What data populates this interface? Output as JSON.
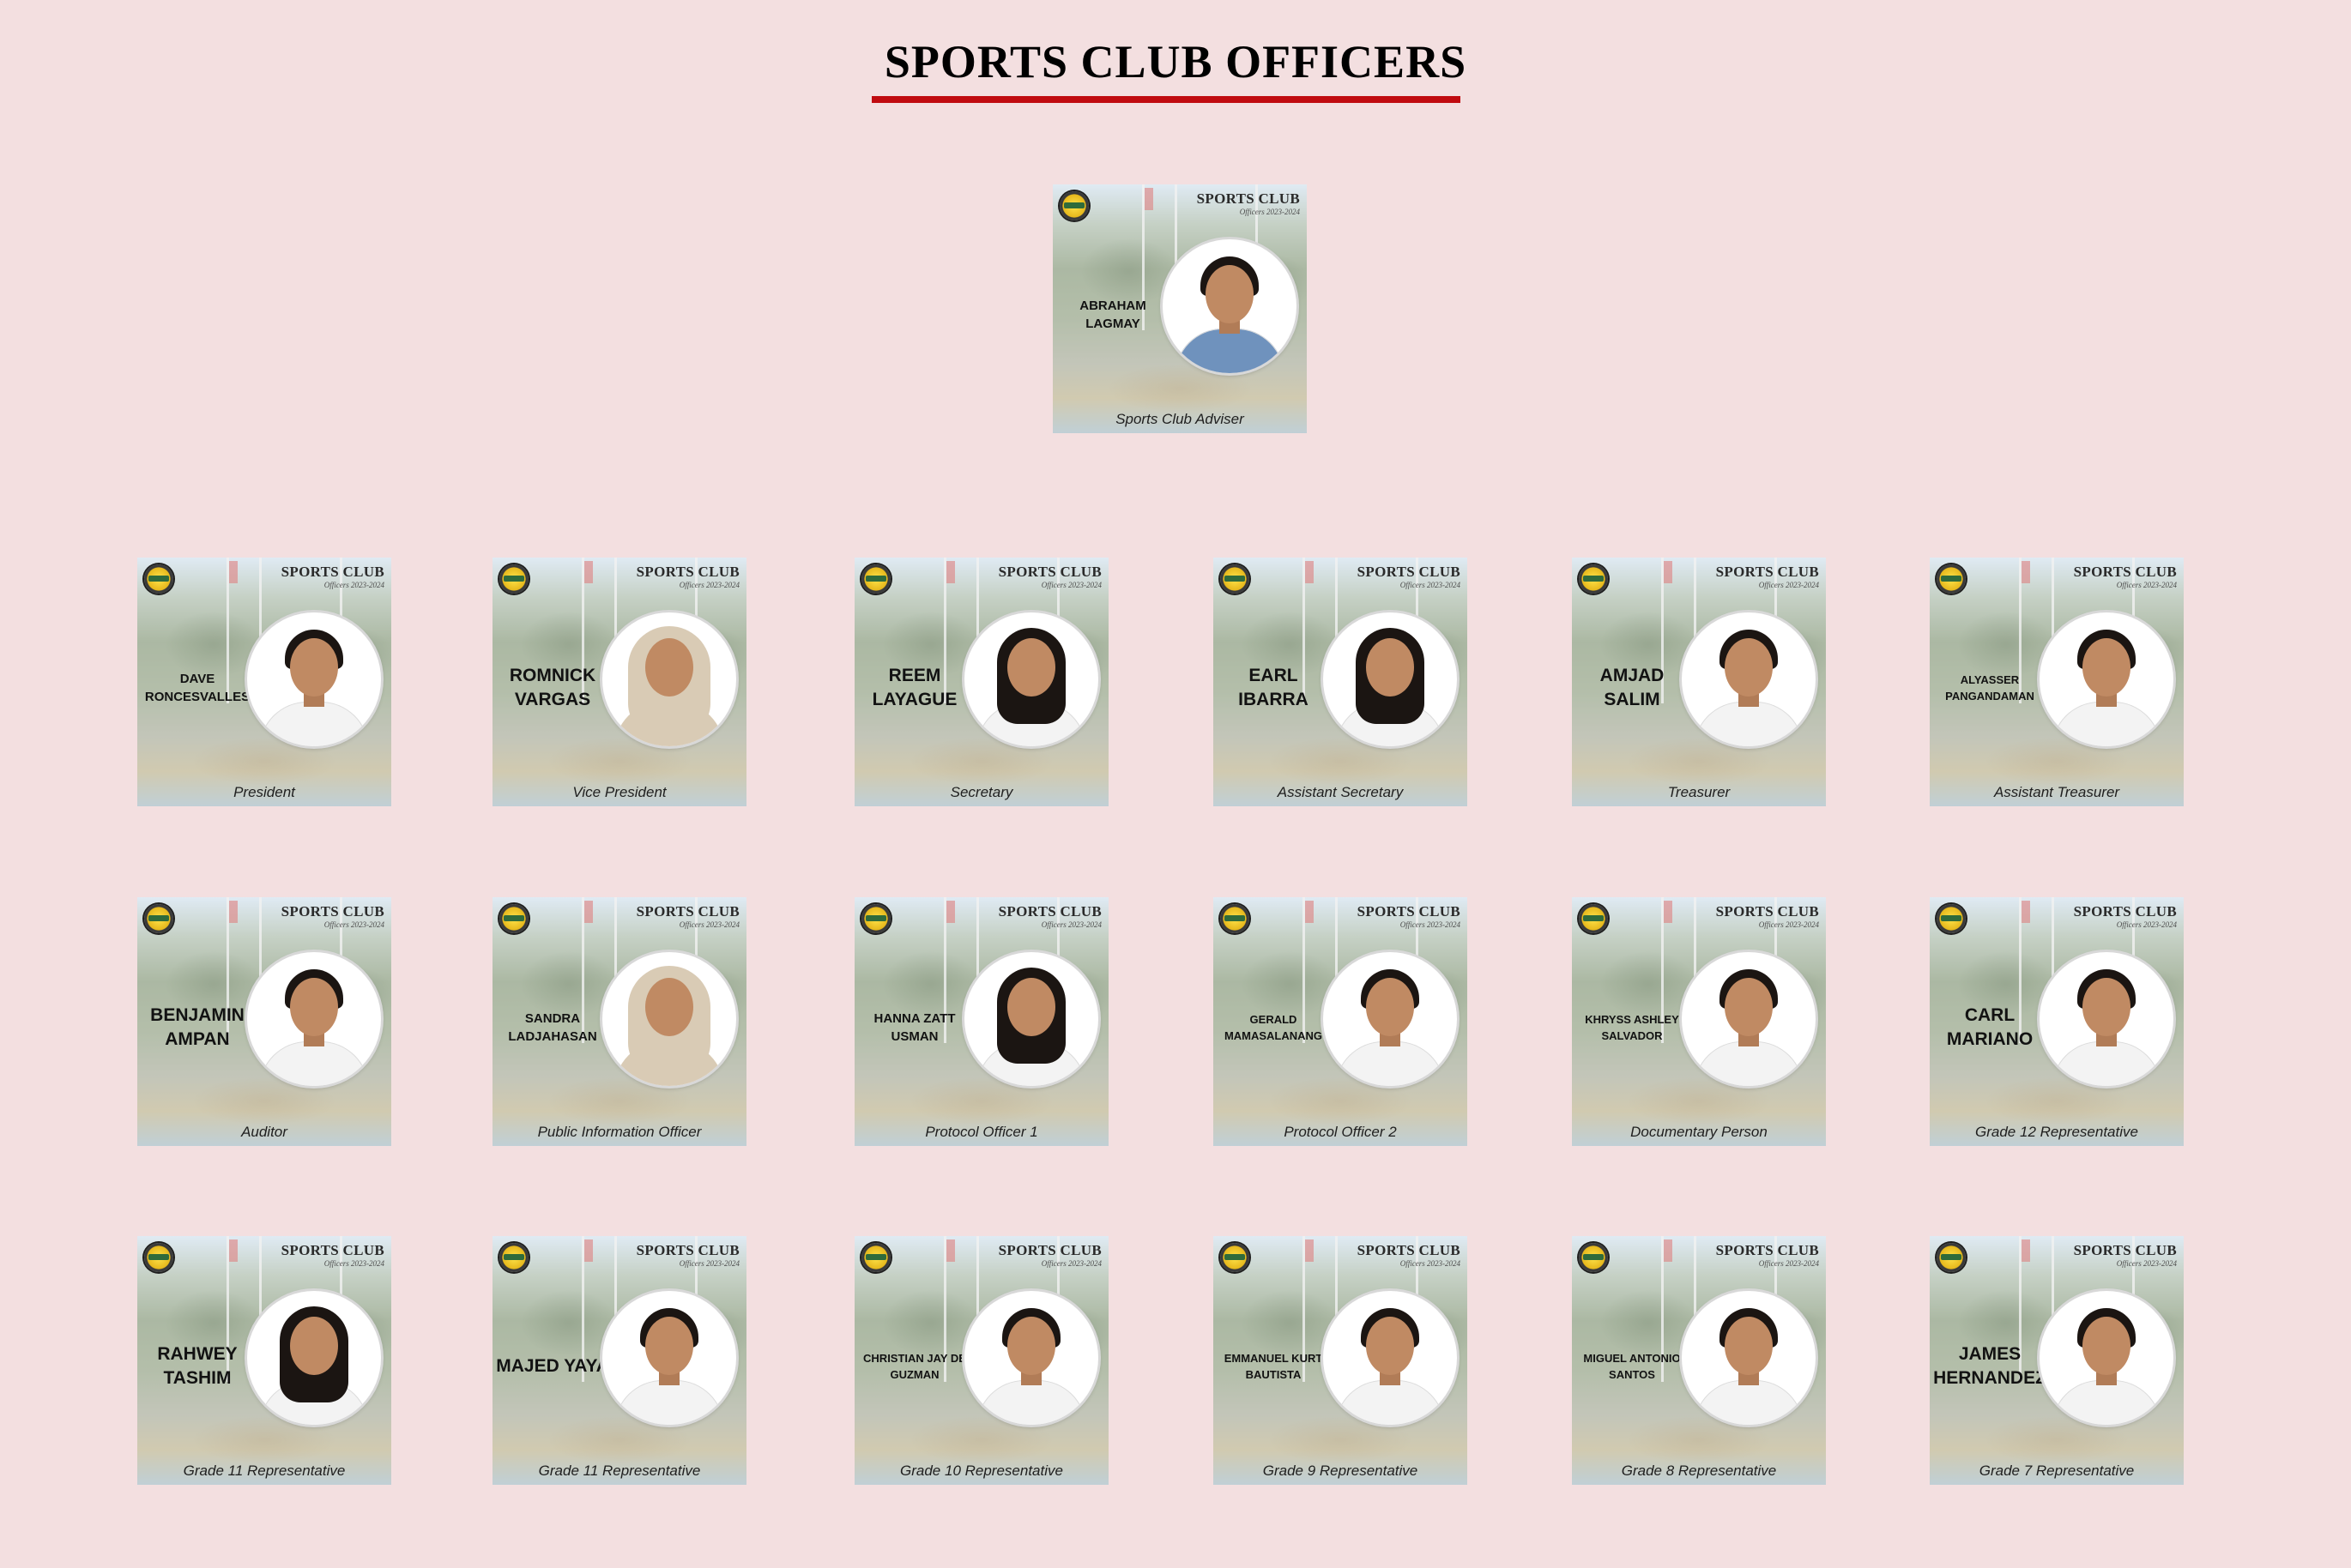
{
  "page": {
    "title": "SPORTS CLUB OFFICERS",
    "accent_color": "#c00b10",
    "background_color": "#f3dfe0"
  },
  "card_brand": {
    "title": "SPORTS CLUB",
    "subtitle": "Officers 2023-2024"
  },
  "adviser": {
    "name": "ABRAHAM LAGMAY",
    "role": "Sports Club Adviser"
  },
  "rows": [
    [
      {
        "name": "DAVE RONCESVALLES",
        "role": "President"
      },
      {
        "name": "ROMNICK VARGAS",
        "role": "Vice President"
      },
      {
        "name": "REEM LAYAGUE",
        "role": "Secretary"
      },
      {
        "name": "EARL IBARRA",
        "role": "Assistant Secretary"
      },
      {
        "name": "AMJAD SALIM",
        "role": "Treasurer"
      },
      {
        "name": "ALYASSER PANGANDAMAN",
        "role": "Assistant Treasurer"
      }
    ],
    [
      {
        "name": "BENJAMIN AMPAN",
        "role": "Auditor"
      },
      {
        "name": "SANDRA LADJAHASAN",
        "role": "Public Information Officer"
      },
      {
        "name": "HANNA ZATT USMAN",
        "role": "Protocol Officer 1"
      },
      {
        "name": "GERALD MAMASALANANG",
        "role": "Protocol Officer 2"
      },
      {
        "name": "KHRYSS ASHLEY SALVADOR",
        "role": "Documentary Person"
      },
      {
        "name": "CARL MARIANO",
        "role": "Grade 12 Representative"
      }
    ],
    [
      {
        "name": "RAHWEY TASHIM",
        "role": "Grade 11 Representative"
      },
      {
        "name": "MAJED YAYA",
        "role": "Grade 11 Representative"
      },
      {
        "name": "CHRISTIAN JAY DE GUZMAN",
        "role": "Grade 10 Representative"
      },
      {
        "name": "EMMANUEL KURT BAUTISTA",
        "role": "Grade 9 Representative"
      },
      {
        "name": "MIGUEL ANTONIO SANTOS",
        "role": "Grade 8 Representative"
      },
      {
        "name": "JAMES HERNANDEZ",
        "role": "Grade 7 Representative"
      }
    ]
  ]
}
